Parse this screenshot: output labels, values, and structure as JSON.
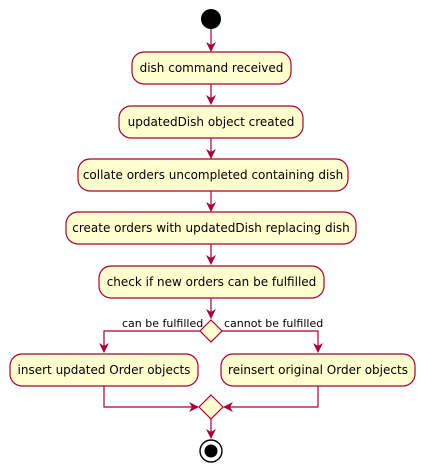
{
  "diagram": {
    "colors": {
      "node_fill": "#FEFECE",
      "line": "#A80036",
      "start_end": "#000000",
      "background": "#FFFFFF"
    },
    "actions": {
      "dish_command_received": "dish command received",
      "updated_dish_created": "updatedDish object created",
      "collate_orders": "collate orders uncompleted containing dish",
      "create_orders": "create orders with updatedDish replacing dish",
      "check_fulfilled": "check if new orders can be fulfilled",
      "insert_updated": "insert updated Order objects",
      "reinsert_original": "reinsert original Order objects"
    },
    "branches": {
      "left_label": "can be fulfilled",
      "right_label": "cannot be fulfilled"
    }
  }
}
